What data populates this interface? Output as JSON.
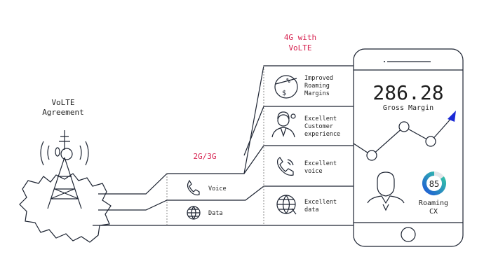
{
  "agreement": {
    "line1": "VoLTE",
    "line2": "Agreement"
  },
  "stage_2g3g": {
    "title": "2G/3G",
    "items": [
      {
        "label": "Voice",
        "icon": "phone-icon"
      },
      {
        "label": "Data",
        "icon": "globe-icon"
      }
    ]
  },
  "stage_4g": {
    "title_line1": "4G with",
    "title_line2": "VoLTE",
    "items": [
      {
        "lines": [
          "Improved",
          "Roaming",
          "Margins"
        ],
        "icon": "percent-dollar-icon"
      },
      {
        "lines": [
          "Excellent",
          "Customer",
          "experience"
        ],
        "icon": "headset-agent-icon"
      },
      {
        "lines": [
          "Excellent",
          "voice"
        ],
        "icon": "phone-icon"
      },
      {
        "lines": [
          "Excellent",
          "data"
        ],
        "icon": "globe-icon"
      }
    ]
  },
  "phone": {
    "value": "286.28",
    "value_label": "Gross Margin",
    "gauge_value": "85",
    "gauge_fraction": 0.85,
    "gauge_label_line1": "Roaming",
    "gauge_label_line2": "CX"
  },
  "colors": {
    "accent": "#d6204e",
    "stroke": "#1c2331",
    "gauge_start": "#1f5bd6",
    "gauge_end": "#35c9a5",
    "arrow": "#1a2ad6"
  }
}
